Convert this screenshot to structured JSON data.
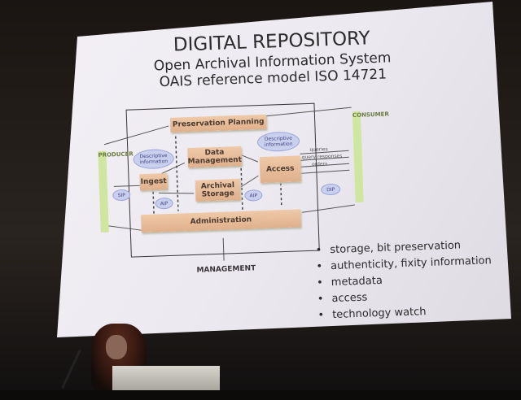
{
  "slide": {
    "title": "DIGITAL REPOSITORY",
    "subtitle1": "Open Archival Information System",
    "subtitle2": "OAIS reference model ISO 14721",
    "diagram": {
      "preservation_planning": "Preservation Planning",
      "data_management": "Data Management",
      "ingest": "Ingest",
      "archival_storage": "Archival Storage",
      "access": "Access",
      "administration": "Administration",
      "descriptive_info_left": "Descriptive information",
      "descriptive_info_right": "Descriptive information",
      "sip": "SIP",
      "aip_left": "AIP",
      "aip_right": "AIP",
      "dip": "DIP",
      "producer": "PRODUCER",
      "consumer": "CONSUMER",
      "queries": "queries",
      "query_responses": "query responses",
      "orders": "orders",
      "management": "MANAGEMENT"
    },
    "bullets": [
      "storage, bit preservation",
      "authenticity, fixity information",
      "metadata",
      "access",
      "technology watch"
    ]
  }
}
